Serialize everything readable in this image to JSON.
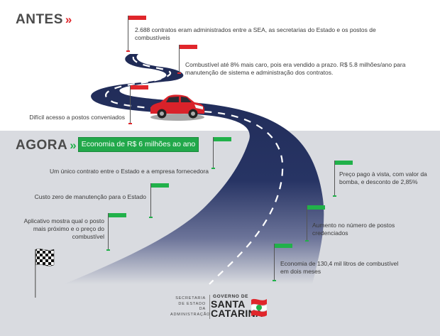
{
  "sections": {
    "before_title": "ANTES",
    "before_arrow": "»",
    "now_title": "AGORA",
    "now_arrow": "»",
    "savings_banner": "Economia de R$ 6 milhões ao ano"
  },
  "before_notes": [
    "2.688 contratos eram administrados entre a SEA, as secretarias do Estado e os postos de combustíveis",
    "Combustível até 8% mais caro, pois era vendido a prazo. R$ 5.8 milhões/ano para manutenção de sistema e administração dos contratos.",
    "Difícil acesso a postos conveniados"
  ],
  "now_notes": [
    "Um único contrato entre o Estado e a empresa fornecedora",
    "Custo zero de manutenção para o Estado",
    "Aplicativo mostra qual o posto mais próximo e o preço do combustível",
    "Preço pago à vista, com valor da bomba, e desconto de 2,85%",
    "Aumento no número de postos credenciados",
    "Economia de 130,4 mil litros de combustível em dois meses"
  ],
  "logo": {
    "department": "SECRETARIA DE ESTADO DA ADMINISTRAÇÃO",
    "government_of": "GOVERNO DE",
    "state_line1": "SANTA",
    "state_line2": "CATARINA"
  },
  "colors": {
    "before_flag": "#e0262b",
    "now_flag": "#21b14a",
    "road": "#1f2a55",
    "car": "#d9222a",
    "bottom_background": "#d9dbe0",
    "banner": "#21a84a"
  },
  "icons": [
    "flag-icon",
    "car-icon",
    "checkered-flag-icon",
    "state-flag-icon"
  ]
}
